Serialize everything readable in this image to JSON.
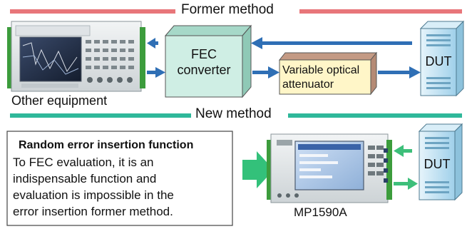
{
  "former": {
    "heading": "Former method",
    "fec_box": [
      "FEC",
      "converter"
    ],
    "attenuator_box": [
      "Variable optical",
      "attenuator"
    ],
    "dut_label": "DUT",
    "equipment_label": "Other equipment"
  },
  "new": {
    "heading": "New method",
    "feature_title": "Random error insertion function",
    "feature_text": [
      "To FEC evaluation, it is an",
      "indispensable function and",
      "evaluation is impossible in the",
      "error insertion former method."
    ],
    "device_label": "MP1590A",
    "dut_label": "DUT"
  },
  "colors": {
    "former_bar": "#e8767a",
    "new_bar": "#2fb89a",
    "arrow_blue": "#2f6fb5",
    "arrow_green": "#3dbf7a",
    "fec_fill": "#cfeee4",
    "attenuator_fill": "#fff6c8",
    "dut_fill": "#bfe3f5"
  }
}
